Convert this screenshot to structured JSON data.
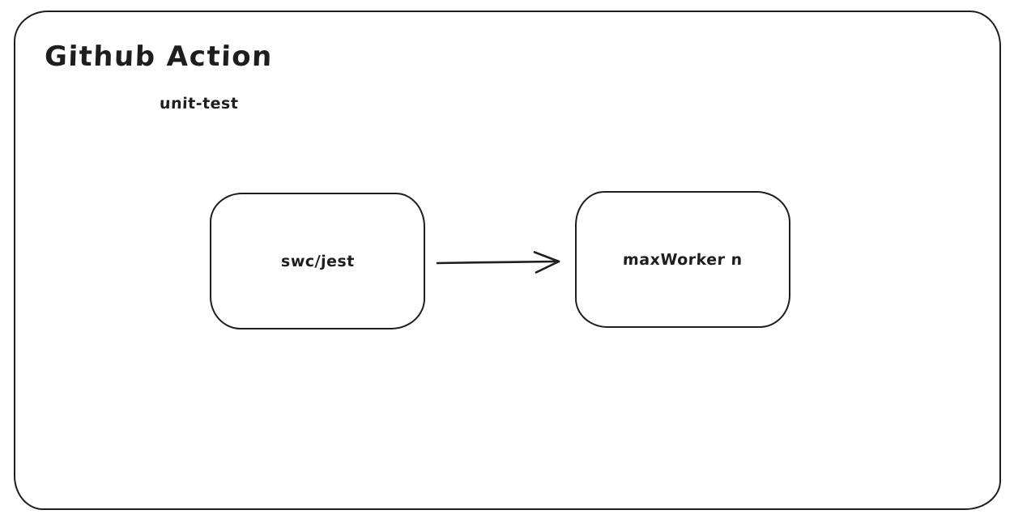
{
  "canvas": {
    "background_color": "#ffffff",
    "stroke_color": "#1e1e1e",
    "style": "hand-drawn"
  },
  "frame": {
    "title": "Github Action",
    "subtitle": "unit-test"
  },
  "nodes": [
    {
      "id": "swc-jest",
      "label": "swc/jest"
    },
    {
      "id": "maxworker-n",
      "label": "maxWorker n"
    }
  ],
  "edges": [
    {
      "from": "swc-jest",
      "to": "maxworker-n",
      "direction": "right",
      "arrowhead": "open"
    }
  ]
}
